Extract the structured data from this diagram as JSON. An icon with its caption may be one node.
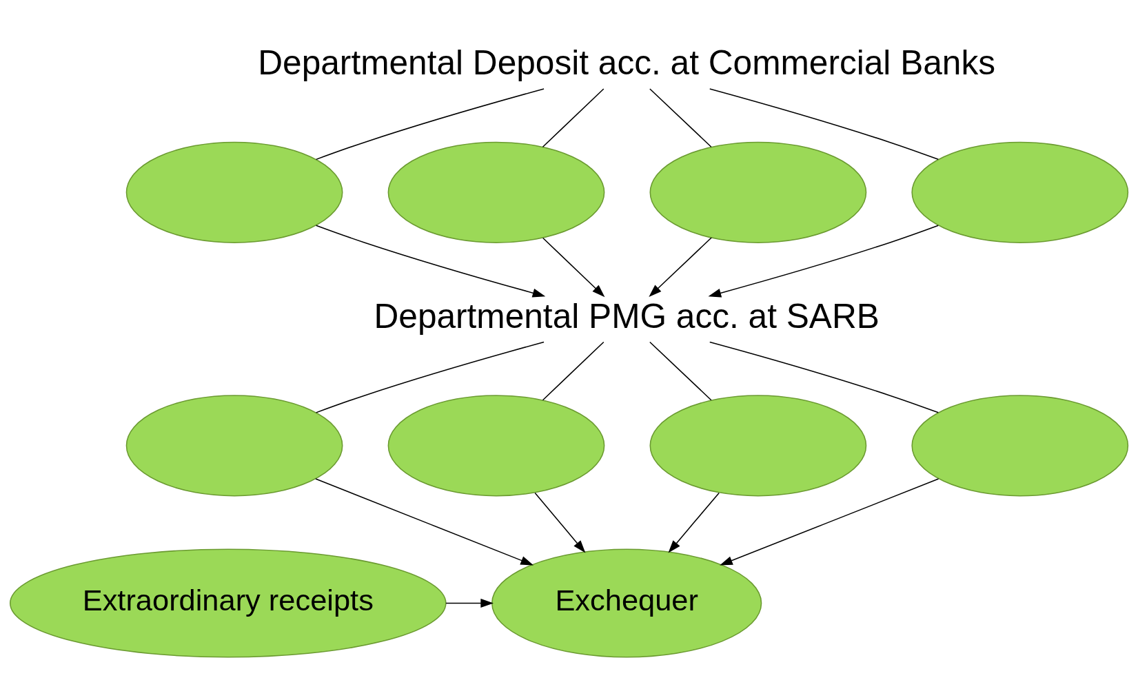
{
  "diagram": {
    "nodes": [
      {
        "text": [
          "Departmental Deposit acc. at Commercial Banks"
        ]
      },
      {
        "text": [],
        "shape": "ellipse"
      },
      {
        "text": [],
        "shape": "ellipse"
      },
      {
        "text": [],
        "shape": "ellipse"
      },
      {
        "text": [],
        "shape": "ellipse"
      },
      {
        "text": [
          "Departmental PMG acc. at SARB"
        ]
      },
      {
        "text": [],
        "shape": "ellipse"
      },
      {
        "text": [],
        "shape": "ellipse"
      },
      {
        "text": [],
        "shape": "ellipse"
      },
      {
        "text": [],
        "shape": "ellipse"
      },
      {
        "text": [
          "Exchequer"
        ]
      },
      {
        "text": [
          "Extraordinary receipts"
        ]
      }
    ],
    "edges": [
      {
        "from": 0,
        "to": 1,
        "arrow": "none"
      },
      {
        "from": 0,
        "to": 2,
        "arrow": "none"
      },
      {
        "from": 0,
        "to": 3,
        "arrow": "none"
      },
      {
        "from": 0,
        "to": 4,
        "arrow": "none"
      },
      {
        "from": 1,
        "to": 5,
        "arrow": "to"
      },
      {
        "from": 2,
        "to": 5,
        "arrow": "to"
      },
      {
        "from": 3,
        "to": 5,
        "arrow": "to"
      },
      {
        "from": 4,
        "to": 5,
        "arrow": "to"
      },
      {
        "from": 5,
        "to": 6,
        "arrow": "none"
      },
      {
        "from": 5,
        "to": 7,
        "arrow": "none"
      },
      {
        "from": 5,
        "to": 8,
        "arrow": "none"
      },
      {
        "from": 5,
        "to": 9,
        "arrow": "none"
      },
      {
        "from": 6,
        "to": 10,
        "arrow": "to"
      },
      {
        "from": 7,
        "to": 10,
        "arrow": "to"
      },
      {
        "from": 8,
        "to": 10,
        "arrow": "to"
      },
      {
        "from": 9,
        "to": 10,
        "arrow": "to"
      },
      {
        "from": 11,
        "to": 10,
        "arrow": "to"
      }
    ]
  }
}
